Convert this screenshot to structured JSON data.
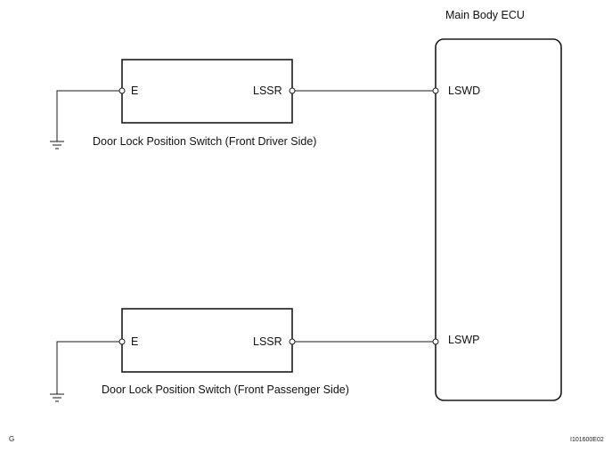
{
  "ecu": {
    "title": "Main Body ECU",
    "terminals": [
      "LSWD",
      "LSWP"
    ]
  },
  "switches": [
    {
      "caption": "Door Lock Position Switch (Front Driver Side)",
      "left_terminal": "E",
      "right_terminal": "LSSR"
    },
    {
      "caption": "Door Lock Position Switch (Front Passenger Side)",
      "left_terminal": "E",
      "right_terminal": "LSSR"
    }
  ],
  "footer": {
    "left_mark": "G",
    "figure_id": "I101600E02"
  }
}
